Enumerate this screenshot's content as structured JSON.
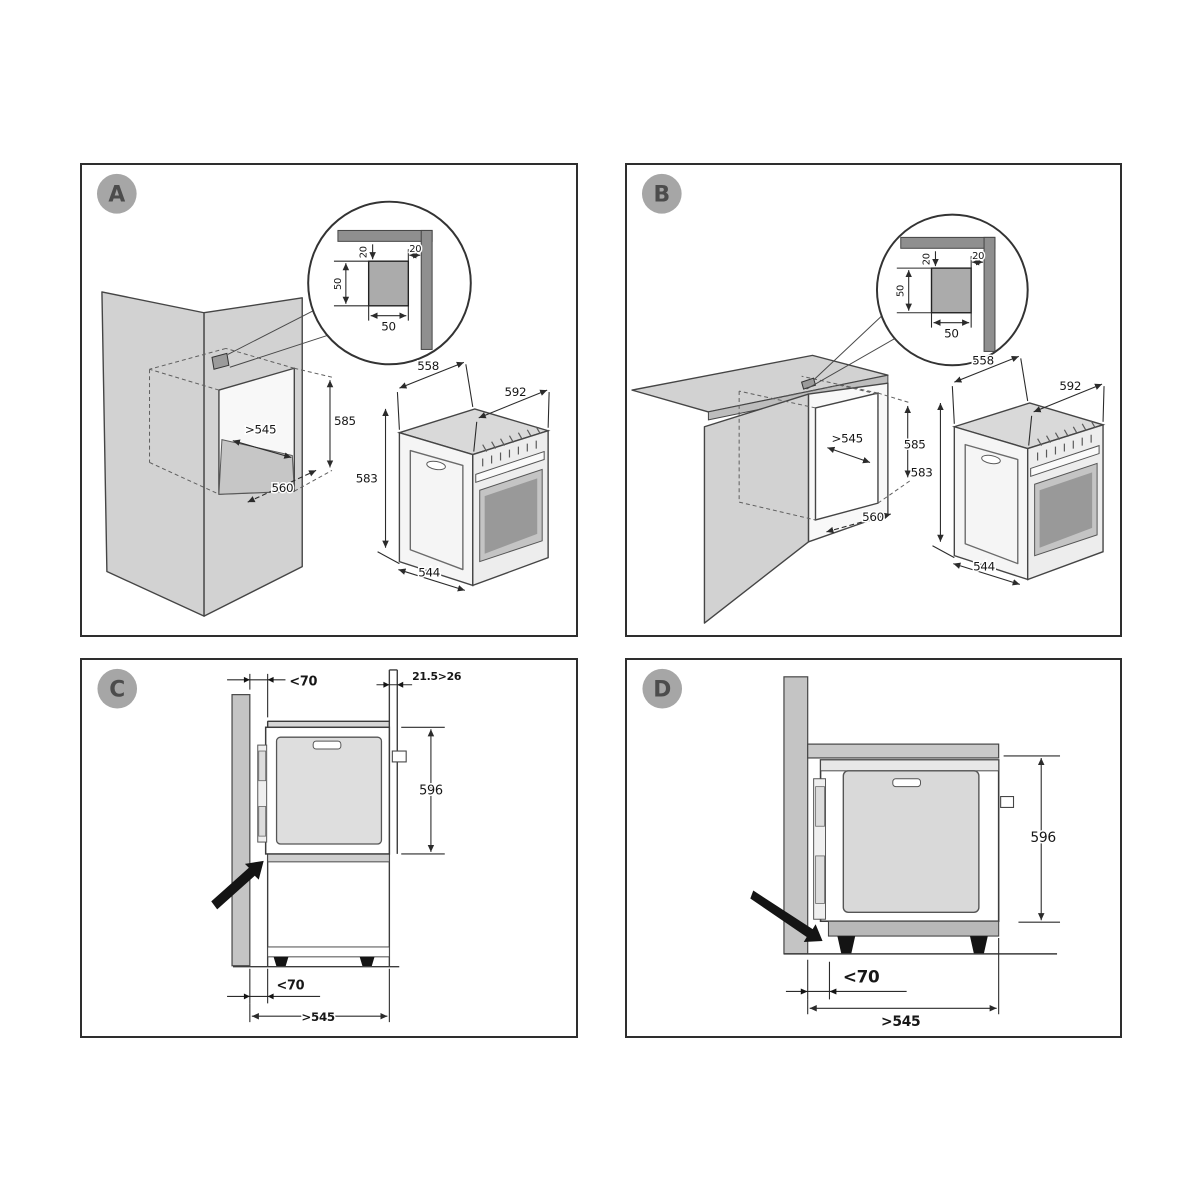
{
  "colors": {
    "line": "#3c3c3c",
    "cabinet_fill": "#d2d2d2",
    "bracket_fill": "#9b9b9b",
    "arrow_fill": "#141414",
    "badge_fill": "#a6a6a6",
    "background": "#ffffff"
  },
  "panels": {
    "a": {
      "label": "A",
      "detail_circle": {
        "gap_top": "20",
        "gap_side": "20",
        "bracket_height": "50",
        "bracket_width": "50"
      },
      "niche": {
        "width": ">545",
        "height": "585",
        "depth": "560"
      },
      "oven": {
        "top_depth": "558",
        "width": "592",
        "height": "583",
        "bottom_depth": "544"
      }
    },
    "b": {
      "label": "B",
      "detail_circle": {
        "gap_top": "20",
        "gap_side": "20",
        "bracket_height": "50",
        "bracket_width": "50"
      },
      "niche": {
        "width": ">545",
        "height": "585",
        "depth": "560"
      },
      "oven": {
        "top_depth": "558",
        "width": "592",
        "height": "583",
        "bottom_depth": "544"
      }
    },
    "c": {
      "label": "C",
      "dims": {
        "top_side_gap": "<70",
        "panel_thickness": "21.5>26",
        "oven_height": "596",
        "bottom_side_gap": "<70",
        "niche_width": ">545"
      }
    },
    "d": {
      "label": "D",
      "dims": {
        "oven_height": "596",
        "side_gap": "<70",
        "niche_width": ">545"
      }
    }
  }
}
